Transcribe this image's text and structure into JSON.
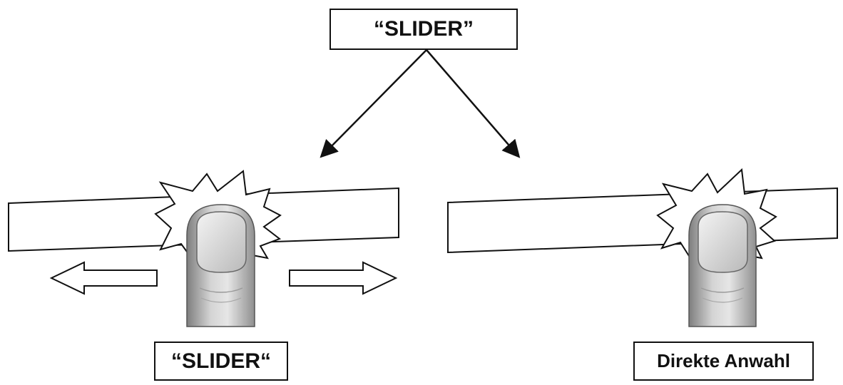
{
  "diagram": {
    "top_label": "“SLIDER”",
    "left_label": "“SLIDER“",
    "right_label": "Direkte Anwahl"
  },
  "colors": {
    "line": "#111111",
    "background": "#ffffff",
    "finger_light": "#d9d9d9",
    "finger_dark": "#8a8a8a"
  },
  "icons": [
    "finger-icon",
    "touch-burst-icon",
    "arrow-left-icon",
    "arrow-right-icon"
  ]
}
